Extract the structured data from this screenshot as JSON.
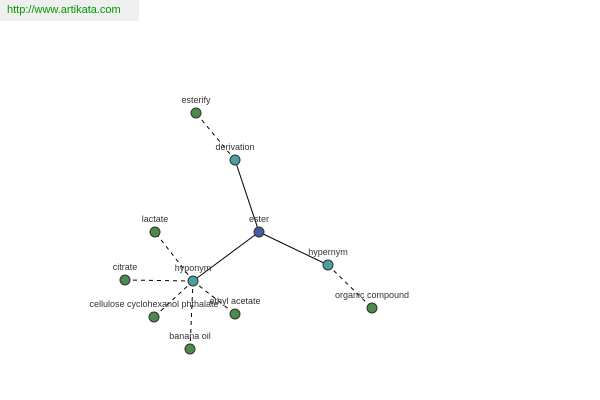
{
  "header": {
    "url": "http://www.artikata.com"
  },
  "colors": {
    "root": "#4a5aa0",
    "relation": "#4aa0a0",
    "leaf": "#4a8a4a",
    "url_text": "#009900"
  },
  "graph": {
    "nodes": [
      {
        "id": "ester",
        "label": "ester",
        "kind": "root"
      },
      {
        "id": "derivation",
        "label": "derivation",
        "kind": "relation"
      },
      {
        "id": "hyponym",
        "label": "hyponym",
        "kind": "relation"
      },
      {
        "id": "hypernym",
        "label": "hypernym",
        "kind": "relation"
      },
      {
        "id": "esterify",
        "label": "esterify",
        "kind": "leaf"
      },
      {
        "id": "lactate",
        "label": "lactate",
        "kind": "leaf"
      },
      {
        "id": "citrate",
        "label": "citrate",
        "kind": "leaf"
      },
      {
        "id": "cellulose",
        "label": "cellulose cyclohexanol phthalate",
        "kind": "leaf"
      },
      {
        "id": "ethyl",
        "label": "ethyl acetate",
        "kind": "leaf"
      },
      {
        "id": "banana",
        "label": "banana oil",
        "kind": "leaf"
      },
      {
        "id": "organic",
        "label": "organic compound",
        "kind": "leaf"
      }
    ],
    "edges": [
      {
        "from": "ester",
        "to": "derivation",
        "style": "solid"
      },
      {
        "from": "ester",
        "to": "hyponym",
        "style": "solid"
      },
      {
        "from": "ester",
        "to": "hypernym",
        "style": "solid"
      },
      {
        "from": "derivation",
        "to": "esterify",
        "style": "dashed"
      },
      {
        "from": "hyponym",
        "to": "lactate",
        "style": "dashed"
      },
      {
        "from": "hyponym",
        "to": "citrate",
        "style": "dashed"
      },
      {
        "from": "hyponym",
        "to": "cellulose",
        "style": "dashed"
      },
      {
        "from": "hyponym",
        "to": "ethyl",
        "style": "dashed"
      },
      {
        "from": "hyponym",
        "to": "banana",
        "style": "dashed"
      },
      {
        "from": "hypernym",
        "to": "organic",
        "style": "dashed"
      }
    ]
  }
}
